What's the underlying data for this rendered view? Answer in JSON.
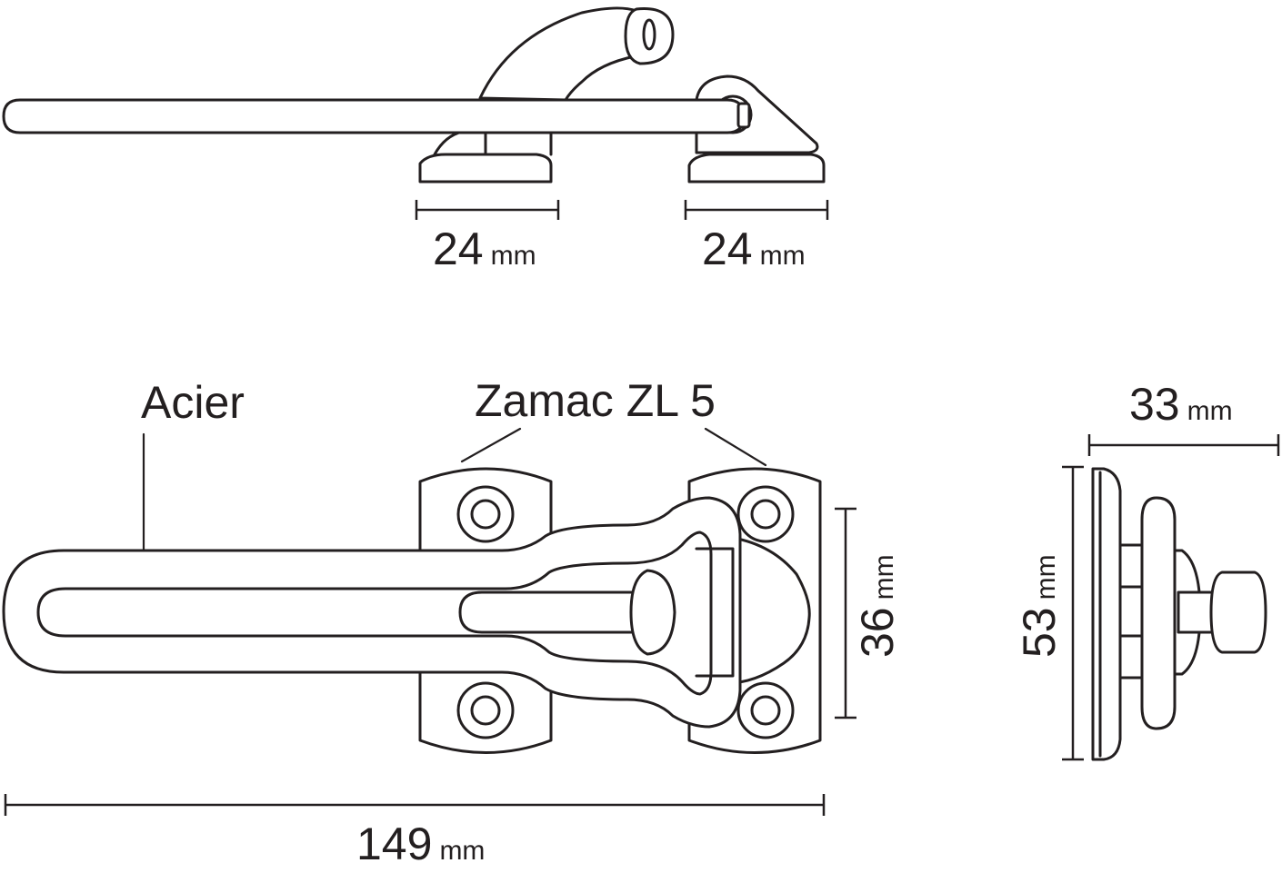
{
  "labels": {
    "material_steel": "Acier",
    "material_zamac": "Zamac ZL 5"
  },
  "dimensions": {
    "top_left": {
      "value": "24",
      "unit": "mm"
    },
    "top_right": {
      "value": "24",
      "unit": "mm"
    },
    "total_length": {
      "value": "149",
      "unit": "mm"
    },
    "plate_height": {
      "value": "36",
      "unit": "mm"
    },
    "side_depth": {
      "value": "33",
      "unit": "mm"
    },
    "side_height": {
      "value": "53",
      "unit": "mm"
    }
  },
  "colors": {
    "line": "#231f20",
    "background": "#ffffff"
  }
}
